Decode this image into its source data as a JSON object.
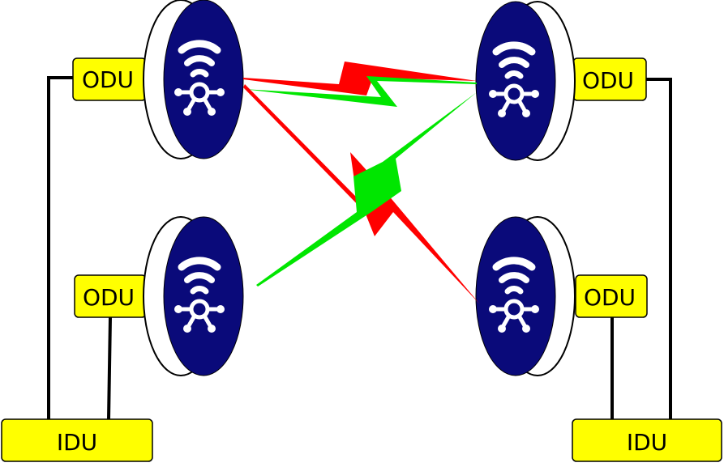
{
  "colors": {
    "dish_face": "#0a0a7a",
    "dish_rim": "#ffffff",
    "unit_fill": "#ffff00",
    "link_red": "#ff0000",
    "link_green": "#00e600",
    "wire": "#000000"
  },
  "icons": {
    "antenna": "wifi-antenna-icon"
  },
  "units": {
    "odu_top_left": "ODU",
    "odu_bottom_left": "ODU",
    "odu_top_right": "ODU",
    "odu_bottom_right": "ODU",
    "idu_left": "IDU",
    "idu_right": "IDU"
  }
}
